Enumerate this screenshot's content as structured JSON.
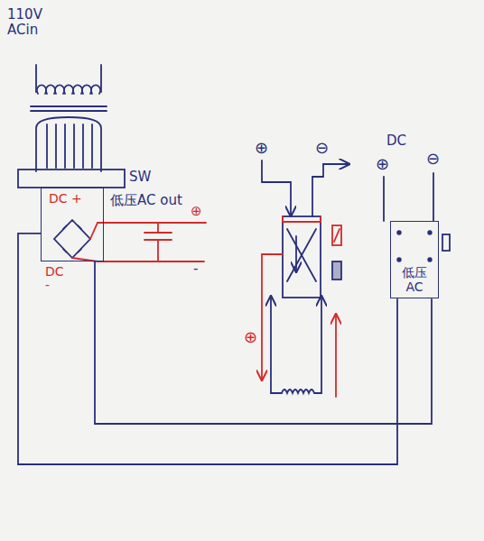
{
  "diagram": {
    "nodes": [
      {
        "text": [
          "DC +"
        ]
      },
      {
        "text": [
          "低压 AC"
        ]
      }
    ],
    "edges": [
      {
        "from": 0,
        "to": 1,
        "arrow": "none"
      },
      {
        "from": 0,
        "to": 1,
        "arrow": "none"
      }
    ],
    "labels": [
      "110V ACin",
      "SW",
      "低压AC out",
      "⊕",
      "-",
      "DC -",
      "⊕",
      "⊖",
      "⊕",
      "DC",
      "⊕",
      "⊖"
    ]
  }
}
